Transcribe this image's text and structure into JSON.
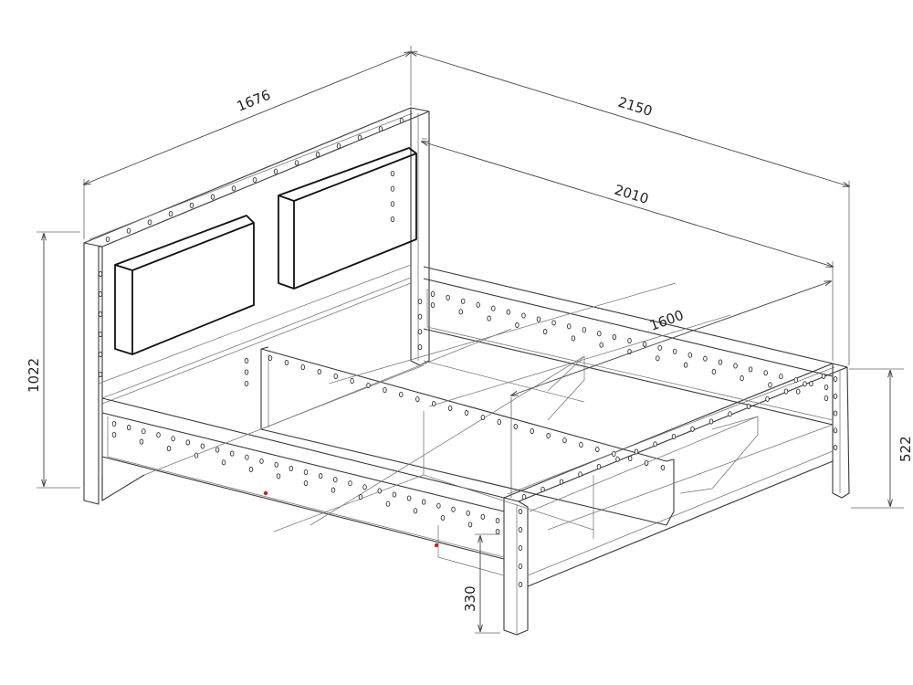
{
  "dimensions": {
    "headboard_width": "1676",
    "overall_length": "2150",
    "rail_length": "2010",
    "mattress_width": "1600",
    "headboard_height": "1022",
    "footboard_height": "522",
    "rail_height": "330"
  },
  "colors": {
    "line": "#3a3a3a",
    "marker": "#cc2222",
    "background": "#ffffff"
  }
}
